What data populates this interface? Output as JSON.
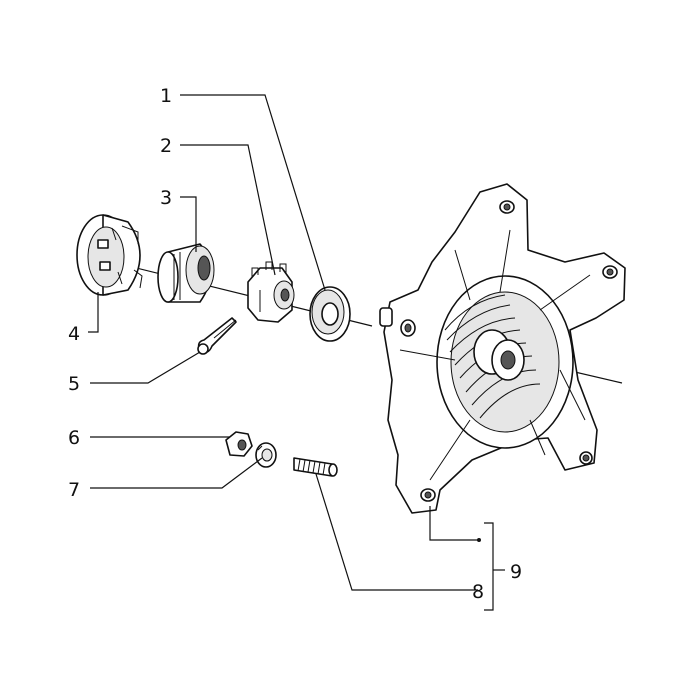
{
  "callouts": {
    "c1": "1",
    "c2": "2",
    "c3": "3",
    "c4": "4",
    "c5": "5",
    "c6": "6",
    "c7": "7",
    "c8": "8",
    "c9": "9"
  },
  "icons": {
    "cap": "dust-cap-icon",
    "bearing": "bearing-icon",
    "castle_nut": "castle-nut-icon",
    "washer": "washer-icon",
    "cotter_pin": "cotter-pin-icon",
    "nut": "nut-icon",
    "lock_washer": "lock-washer-icon",
    "stud": "stud-bolt-icon",
    "hub": "wheel-hub-icon"
  }
}
